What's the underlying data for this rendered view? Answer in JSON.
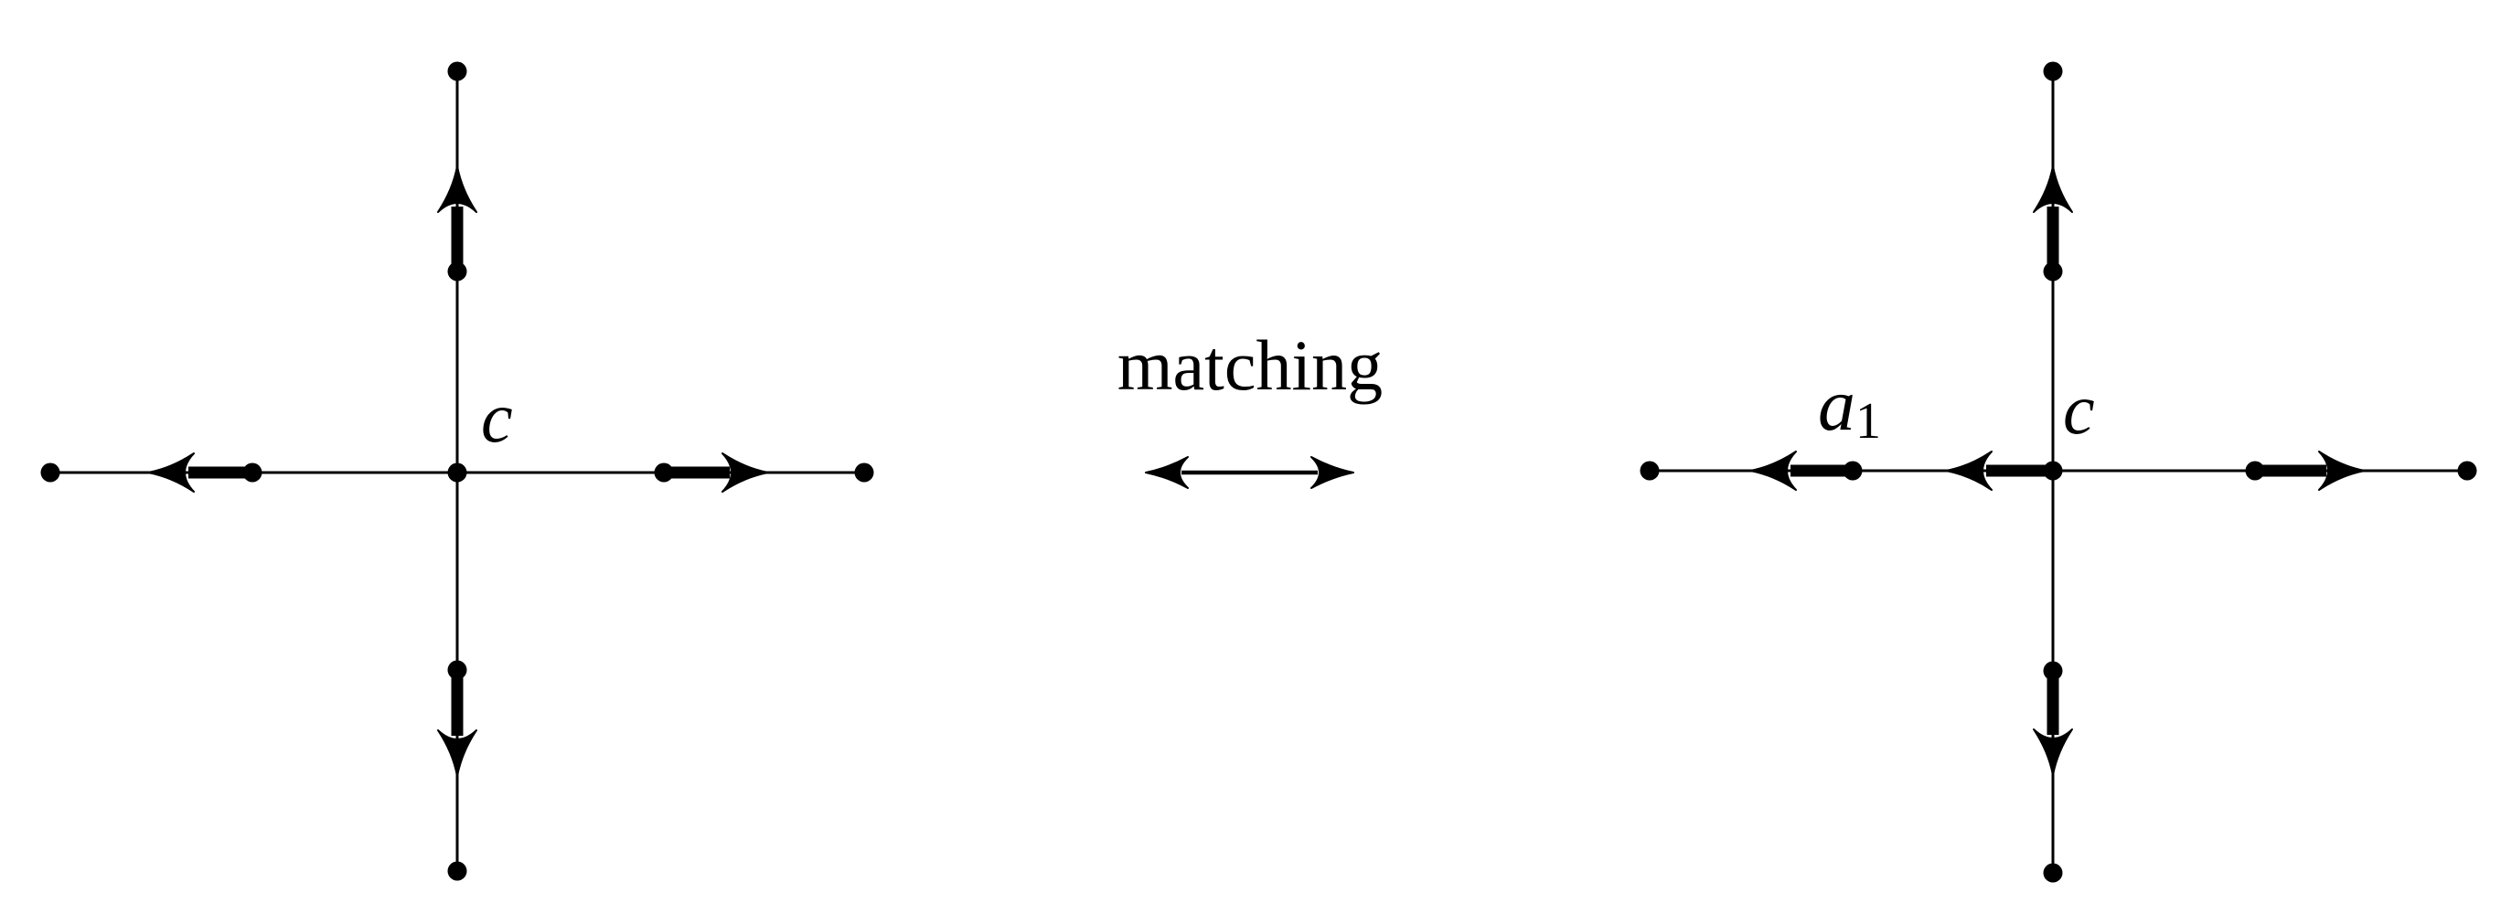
{
  "figure": {
    "colors": {
      "ink": "#000000",
      "background": "#ffffff"
    },
    "left_star": {
      "center_label": "c"
    },
    "relation": {
      "label": "matching"
    },
    "right_star": {
      "center_label": "c",
      "edge_label_main": "a",
      "edge_label_sub": "1"
    }
  }
}
